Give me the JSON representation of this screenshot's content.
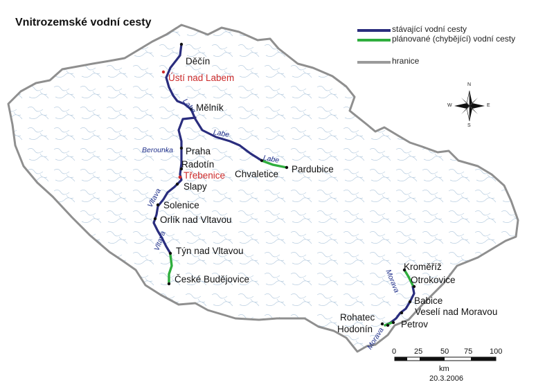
{
  "title": "Vnitrozemské vodní cesty",
  "legend": [
    {
      "label": "stávající vodní cesty",
      "color": "#2a2d7e"
    },
    {
      "label": "plánované (chybějící) vodní cesty",
      "color": "#2fae3e"
    },
    {
      "label": "hranice",
      "color": "#9a9a9a"
    }
  ],
  "cities": [
    {
      "label": "Děčín",
      "color": "#111111"
    },
    {
      "label": "Ústí nad Labem",
      "color": "#cc2a2a"
    },
    {
      "label": "Mělník",
      "color": "#111111"
    },
    {
      "label": "Praha",
      "color": "#111111"
    },
    {
      "label": "Radotín",
      "color": "#111111"
    },
    {
      "label": "Třebenice",
      "color": "#cc2a2a"
    },
    {
      "label": "Slapy",
      "color": "#111111"
    },
    {
      "label": "Solenice",
      "color": "#111111"
    },
    {
      "label": "Orlík nad Vltavou",
      "color": "#111111"
    },
    {
      "label": "Týn nad Vltavou",
      "color": "#111111"
    },
    {
      "label": "České Budějovice",
      "color": "#111111"
    },
    {
      "label": "Chvaletice",
      "color": "#111111"
    },
    {
      "label": "Pardubice",
      "color": "#111111"
    },
    {
      "label": "Kroměříž",
      "color": "#111111"
    },
    {
      "label": "Otrokovice",
      "color": "#111111"
    },
    {
      "label": "Babice",
      "color": "#111111"
    },
    {
      "label": "Veselí nad Moravou",
      "color": "#111111"
    },
    {
      "label": "Rohatec",
      "color": "#111111"
    },
    {
      "label": "Hodonín",
      "color": "#111111"
    },
    {
      "label": "Petrov",
      "color": "#111111"
    }
  ],
  "rivers": [
    "Labe",
    "Labe",
    "Labe",
    "Berounka",
    "Vltava",
    "Vltava",
    "Morava",
    "Morava"
  ],
  "compass": {
    "n": "N",
    "s": "S",
    "e": "E",
    "w": "W"
  },
  "scale": {
    "ticks": [
      "0",
      "25",
      "50",
      "75",
      "100"
    ],
    "unit": "km"
  },
  "date": "20.3.2006"
}
